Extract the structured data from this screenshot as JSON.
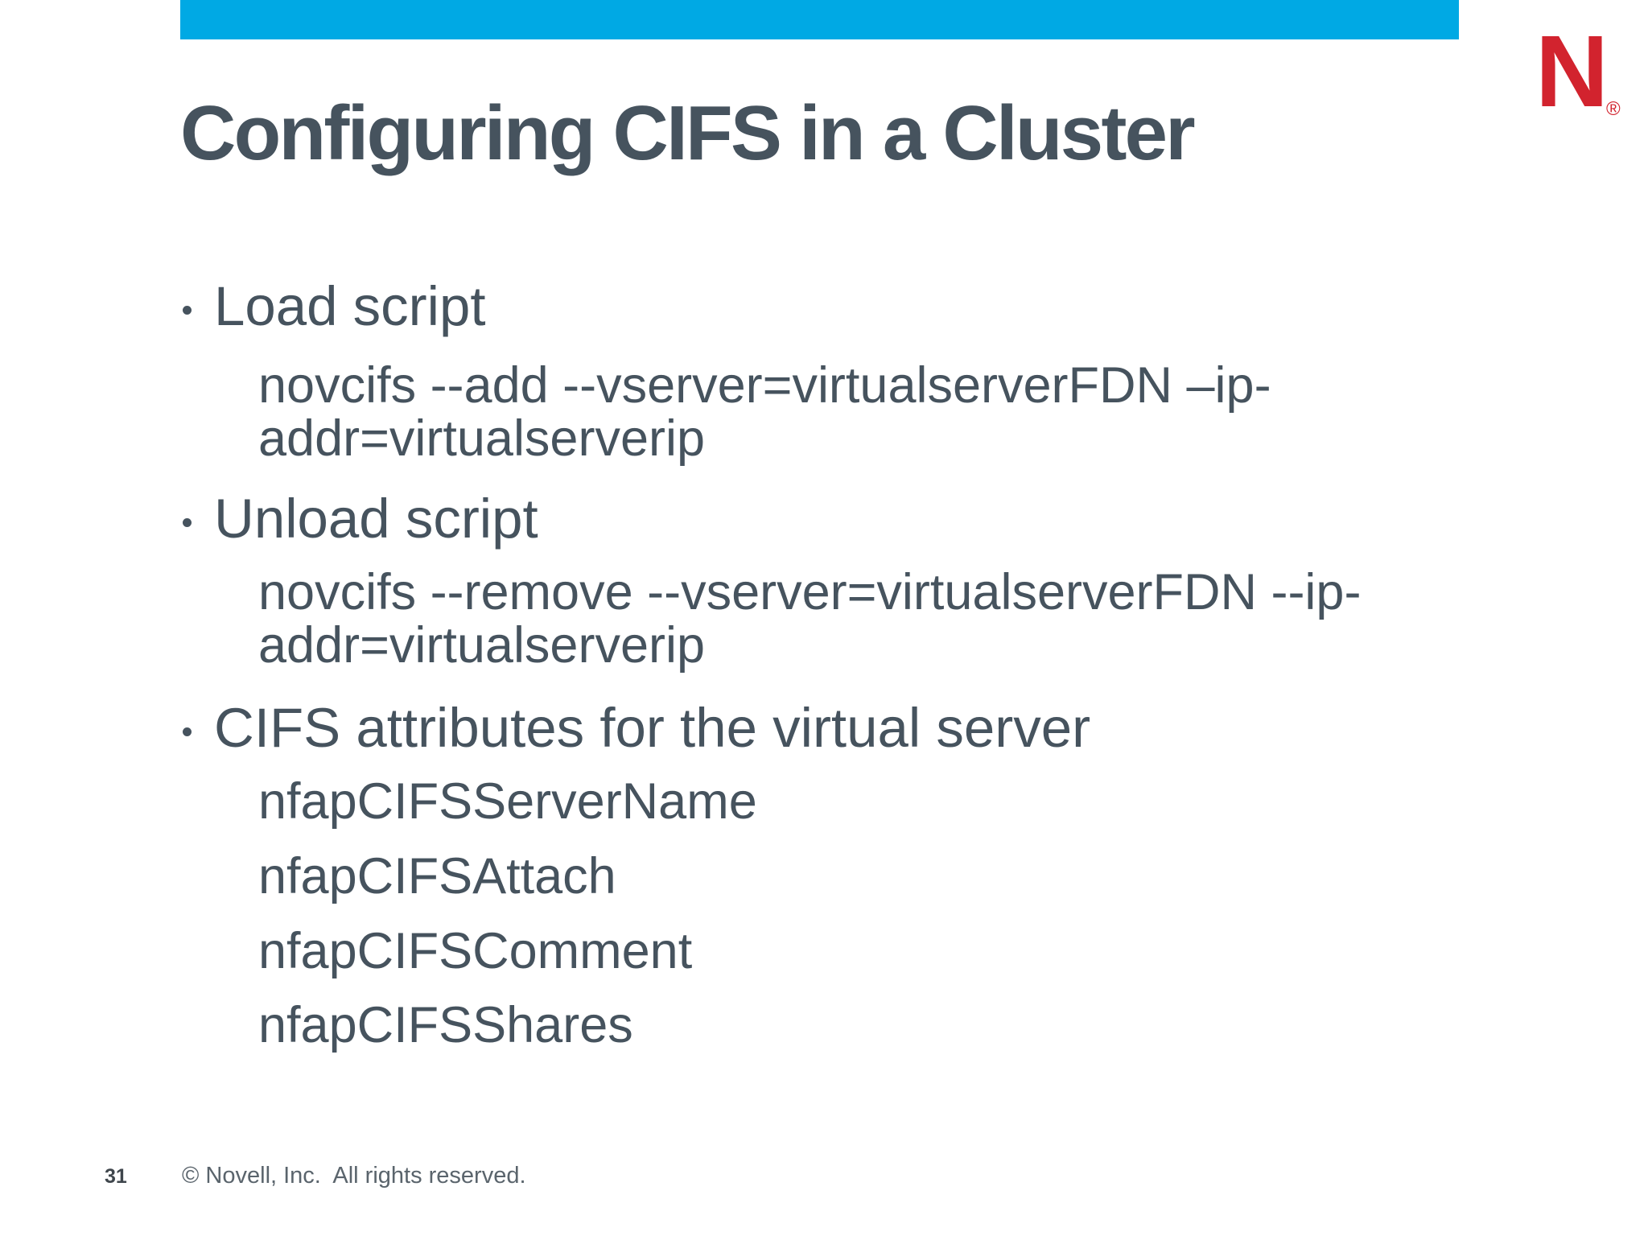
{
  "page": {
    "background_color": "#ffffff",
    "accent_color": "#00A9E4",
    "text_color": "#46535E"
  },
  "header": {
    "title": "Configuring CIFS in a Cluster"
  },
  "logo": {
    "name": "novell-logo",
    "letter": "N",
    "registered_mark": "®",
    "color": "#D2232E"
  },
  "content": {
    "bullets": [
      {
        "label": "Load script",
        "code_lines": [
          "novcifs --add --vserver=virtualserverFDN –ip-",
          "addr=virtualserverip"
        ]
      },
      {
        "label": "Unload script",
        "code_lines": [
          "novcifs --remove --vserver=virtualserverFDN --ip-",
          "addr=virtualserverip"
        ]
      },
      {
        "label": "CIFS attributes for the virtual server",
        "attributes": [
          "nfapCIFSServerName",
          "nfapCIFSAttach",
          "nfapCIFSComment",
          "nfapCIFSShares"
        ]
      }
    ]
  },
  "footer": {
    "page_number": "31",
    "copyright": "© Novell, Inc.  All rights reserved."
  }
}
